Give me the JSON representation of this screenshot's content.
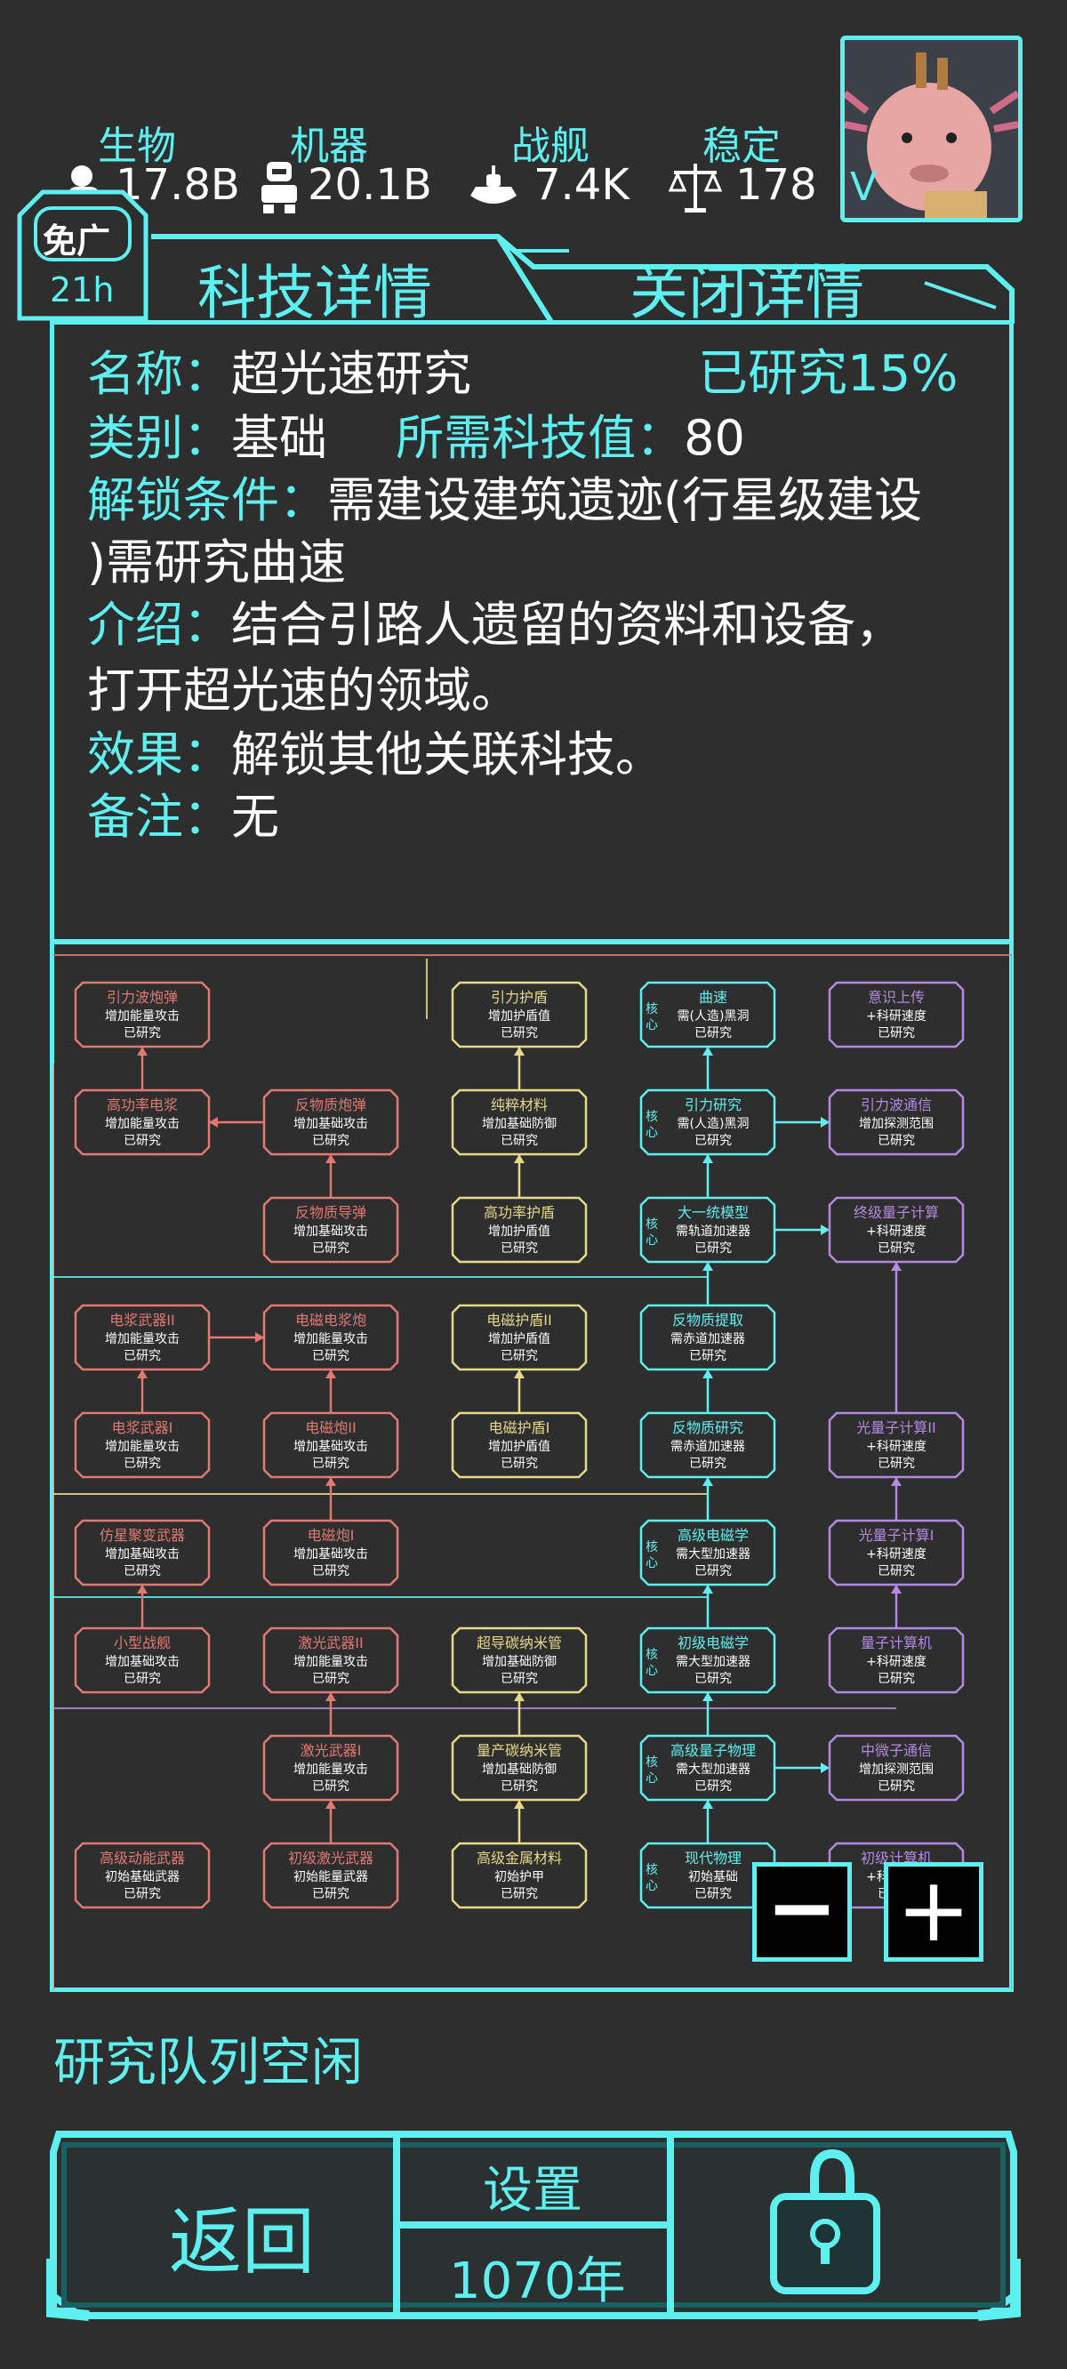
{
  "resources": [
    {
      "label": "生物",
      "value": "17.8B",
      "icon": "creature-icon"
    },
    {
      "label": "机器",
      "value": "20.1B",
      "icon": "robot-icon"
    },
    {
      "label": "战舰",
      "value": "7.4K",
      "icon": "warship-icon"
    },
    {
      "label": "稳定",
      "value": "178",
      "icon": "scale-icon"
    }
  ],
  "avatar": {
    "badge": "V"
  },
  "no_ads": {
    "label": "免广",
    "time": "21h"
  },
  "tabs": {
    "detail": "科技详情",
    "close": "关闭详情"
  },
  "tech": {
    "name_key": "名称：",
    "name": "超光速研究",
    "status": "已研究15%",
    "category_key": "类别：",
    "category": "基础",
    "cost_key": "所需科技值：",
    "cost": "80",
    "unlock_key": "解锁条件：",
    "unlock_line1": "需建设建筑遗迹(行星级建设",
    "unlock_line2": ")需研究曲速",
    "intro_key": "介绍：",
    "intro_line1": "结合引路人遗留的资料和设备，",
    "intro_line2": "打开超光速的领域。",
    "effect_key": "效果：",
    "effect": "解锁其他关联科技。",
    "note_key": "备注：",
    "note": "无"
  },
  "tree": {
    "core_label": "核心",
    "colors": {
      "red": "#e07a72",
      "yellow": "#e6d98a",
      "cyan": "#5ef0f0",
      "purple": "#b38ae0"
    },
    "nodes": [
      {
        "id": "n1",
        "col": 0,
        "row": 0,
        "color": "red",
        "title": "引力波炮弹",
        "desc": "增加能量攻击",
        "status": "已研究"
      },
      {
        "id": "n2",
        "col": 0,
        "row": 1,
        "color": "red",
        "title": "高功率电浆",
        "desc": "增加能量攻击",
        "status": "已研究"
      },
      {
        "id": "n3",
        "col": 0,
        "row": 3,
        "color": "red",
        "title": "电浆武器II",
        "desc": "增加能量攻击",
        "status": "已研究"
      },
      {
        "id": "n4",
        "col": 0,
        "row": 4,
        "color": "red",
        "title": "电浆武器I",
        "desc": "增加能量攻击",
        "status": "已研究"
      },
      {
        "id": "n5",
        "col": 0,
        "row": 5,
        "color": "red",
        "title": "仿星聚变武器",
        "desc": "增加基础攻击",
        "status": "已研究"
      },
      {
        "id": "n6",
        "col": 0,
        "row": 6,
        "color": "red",
        "title": "小型战舰",
        "desc": "增加基础攻击",
        "status": "已研究"
      },
      {
        "id": "n7",
        "col": 0,
        "row": 8,
        "color": "red",
        "title": "高级动能武器",
        "desc": "初始基础武器",
        "status": "已研究"
      },
      {
        "id": "n8",
        "col": 1,
        "row": 1,
        "color": "red",
        "title": "反物质炮弹",
        "desc": "增加基础攻击",
        "status": "已研究"
      },
      {
        "id": "n9",
        "col": 1,
        "row": 2,
        "color": "red",
        "title": "反物质导弹",
        "desc": "增加基础攻击",
        "status": "已研究"
      },
      {
        "id": "n10",
        "col": 1,
        "row": 3,
        "color": "red",
        "title": "电磁电浆炮",
        "desc": "增加能量攻击",
        "status": "已研究"
      },
      {
        "id": "n11",
        "col": 1,
        "row": 4,
        "color": "red",
        "title": "电磁炮II",
        "desc": "增加基础攻击",
        "status": "已研究"
      },
      {
        "id": "n12",
        "col": 1,
        "row": 5,
        "color": "red",
        "title": "电磁炮I",
        "desc": "增加基础攻击",
        "status": "已研究"
      },
      {
        "id": "n13",
        "col": 1,
        "row": 6,
        "color": "red",
        "title": "激光武器II",
        "desc": "增加能量攻击",
        "status": "已研究"
      },
      {
        "id": "n14",
        "col": 1,
        "row": 7,
        "color": "red",
        "title": "激光武器I",
        "desc": "增加能量攻击",
        "status": "已研究"
      },
      {
        "id": "n15",
        "col": 1,
        "row": 8,
        "color": "red",
        "title": "初级激光武器",
        "desc": "初始能量武器",
        "status": "已研究"
      },
      {
        "id": "n16",
        "col": 2,
        "row": 0,
        "color": "yellow",
        "title": "引力护盾",
        "desc": "增加护盾值",
        "status": "已研究"
      },
      {
        "id": "n17",
        "col": 2,
        "row": 1,
        "color": "yellow",
        "title": "纯粹材料",
        "desc": "增加基础防御",
        "status": "已研究"
      },
      {
        "id": "n18",
        "col": 2,
        "row": 2,
        "color": "yellow",
        "title": "高功率护盾",
        "desc": "增加护盾值",
        "status": "已研究"
      },
      {
        "id": "n19",
        "col": 2,
        "row": 3,
        "color": "yellow",
        "title": "电磁护盾II",
        "desc": "增加护盾值",
        "status": "已研究"
      },
      {
        "id": "n20",
        "col": 2,
        "row": 4,
        "color": "yellow",
        "title": "电磁护盾I",
        "desc": "增加护盾值",
        "status": "已研究"
      },
      {
        "id": "n21",
        "col": 2,
        "row": 6,
        "color": "yellow",
        "title": "超导碳纳米管",
        "desc": "增加基础防御",
        "status": "已研究"
      },
      {
        "id": "n22",
        "col": 2,
        "row": 7,
        "color": "yellow",
        "title": "量产碳纳米管",
        "desc": "增加基础防御",
        "status": "已研究"
      },
      {
        "id": "n23",
        "col": 2,
        "row": 8,
        "color": "yellow",
        "title": "高级金属材料",
        "desc": "初始护甲",
        "status": "已研究"
      },
      {
        "id": "n24",
        "col": 3,
        "row": 0,
        "color": "cyan",
        "core": true,
        "title": "曲速",
        "desc": "需(人造)黑洞",
        "status": "已研究"
      },
      {
        "id": "n25",
        "col": 3,
        "row": 1,
        "color": "cyan",
        "core": true,
        "title": "引力研究",
        "desc": "需(人造)黑洞",
        "status": "已研究"
      },
      {
        "id": "n26",
        "col": 3,
        "row": 2,
        "color": "cyan",
        "core": true,
        "title": "大一统模型",
        "desc": "需轨道加速器",
        "status": "已研究"
      },
      {
        "id": "n27",
        "col": 3,
        "row": 3,
        "color": "cyan",
        "core": false,
        "title": "反物质提取",
        "desc": "需赤道加速器",
        "status": "已研究"
      },
      {
        "id": "n28",
        "col": 3,
        "row": 4,
        "color": "cyan",
        "core": false,
        "title": "反物质研究",
        "desc": "需赤道加速器",
        "status": "已研究"
      },
      {
        "id": "n29",
        "col": 3,
        "row": 5,
        "color": "cyan",
        "core": true,
        "title": "高级电磁学",
        "desc": "需大型加速器",
        "status": "已研究"
      },
      {
        "id": "n30",
        "col": 3,
        "row": 6,
        "color": "cyan",
        "core": true,
        "title": "初级电磁学",
        "desc": "需大型加速器",
        "status": "已研究"
      },
      {
        "id": "n31",
        "col": 3,
        "row": 7,
        "color": "cyan",
        "core": true,
        "title": "高级量子物理",
        "desc": "需大型加速器",
        "status": "已研究"
      },
      {
        "id": "n32",
        "col": 3,
        "row": 8,
        "color": "cyan",
        "core": true,
        "title": "现代物理",
        "desc": "初始基础",
        "status": "已研究"
      },
      {
        "id": "n33",
        "col": 4,
        "row": 0,
        "color": "purple",
        "title": "意识上传",
        "desc": "+科研速度",
        "status": "已研究"
      },
      {
        "id": "n34",
        "col": 4,
        "row": 1,
        "color": "purple",
        "title": "引力波通信",
        "desc": "增加探测范围",
        "status": "已研究"
      },
      {
        "id": "n35",
        "col": 4,
        "row": 2,
        "color": "purple",
        "title": "终级量子计算",
        "desc": "+科研速度",
        "status": "已研究"
      },
      {
        "id": "n36",
        "col": 4,
        "row": 4,
        "color": "purple",
        "title": "光量子计算II",
        "desc": "+科研速度",
        "status": "已研究"
      },
      {
        "id": "n37",
        "col": 4,
        "row": 5,
        "color": "purple",
        "title": "光量子计算I",
        "desc": "+科研速度",
        "status": "已研究"
      },
      {
        "id": "n38",
        "col": 4,
        "row": 6,
        "color": "purple",
        "title": "量子计算机",
        "desc": "+科研速度",
        "status": "已研究"
      },
      {
        "id": "n39",
        "col": 4,
        "row": 7,
        "color": "purple",
        "title": "中微子通信",
        "desc": "增加探测范围",
        "status": "已研究"
      },
      {
        "id": "n40",
        "col": 4,
        "row": 8,
        "color": "purple",
        "title": "初级计算机",
        "desc": "+科研速度",
        "status": "已研究"
      }
    ],
    "links": [
      [
        "n2",
        "n1",
        "up"
      ],
      [
        "n9",
        "n8",
        "up"
      ],
      [
        "n8",
        "n2",
        "left"
      ],
      [
        "n4",
        "n3",
        "up"
      ],
      [
        "n3",
        "n10",
        "right"
      ],
      [
        "n11",
        "n10",
        "up"
      ],
      [
        "n12",
        "n11",
        "up"
      ],
      [
        "n6",
        "n5",
        "up"
      ],
      [
        "n14",
        "n13",
        "up"
      ],
      [
        "n15",
        "n14",
        "up"
      ],
      [
        "n17",
        "n16",
        "up"
      ],
      [
        "n18",
        "n17",
        "up"
      ],
      [
        "n20",
        "n19",
        "up"
      ],
      [
        "n22",
        "n21",
        "up"
      ],
      [
        "n23",
        "n22",
        "up"
      ],
      [
        "n25",
        "n24",
        "up"
      ],
      [
        "n26",
        "n25",
        "up"
      ],
      [
        "n27",
        "n26",
        "up"
      ],
      [
        "n28",
        "n27",
        "up"
      ],
      [
        "n29",
        "n28",
        "up"
      ],
      [
        "n30",
        "n29",
        "up"
      ],
      [
        "n31",
        "n30",
        "up"
      ],
      [
        "n32",
        "n31",
        "up"
      ],
      [
        "n25",
        "n34",
        "right"
      ],
      [
        "n26",
        "n35",
        "right"
      ],
      [
        "n31",
        "n39",
        "right"
      ],
      [
        "n36",
        "n35",
        "up"
      ],
      [
        "n37",
        "n36",
        "up"
      ],
      [
        "n38",
        "n37",
        "up"
      ]
    ]
  },
  "zoom": {
    "minus": "−",
    "plus": "+"
  },
  "queue_status": "研究队列空闲",
  "bottom": {
    "back": "返回",
    "settings": "设置",
    "year": "1070年"
  }
}
